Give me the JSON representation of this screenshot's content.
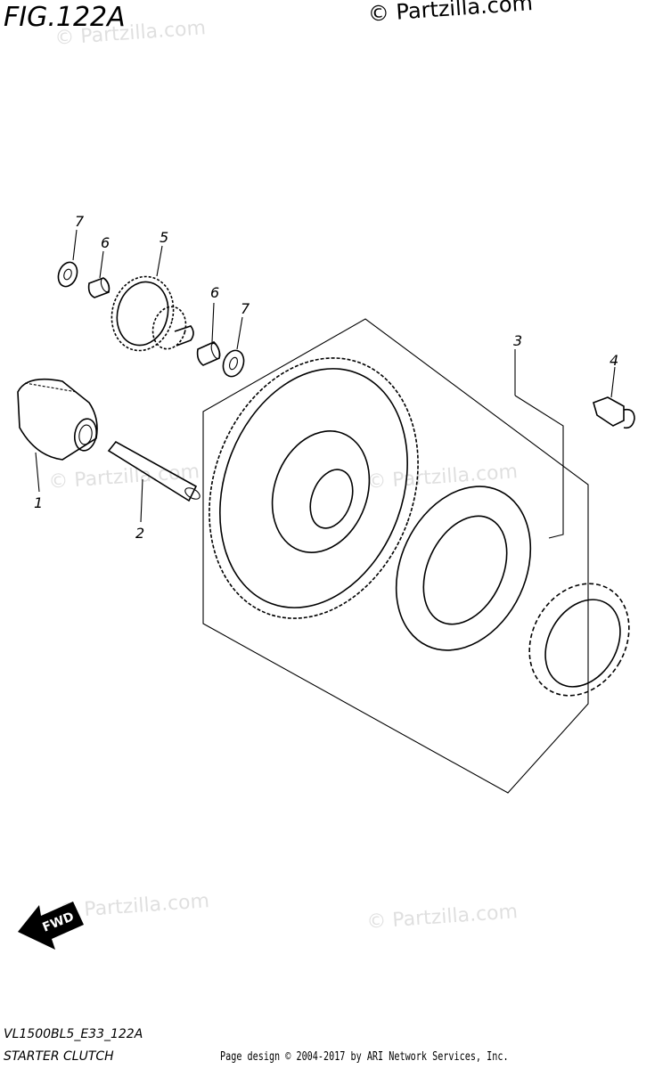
{
  "figure": {
    "title": "FIG.122A",
    "copyright_top": "© Partzilla.com",
    "watermark": "© Partzilla.com",
    "fwd_label": "FWD"
  },
  "callouts": [
    {
      "id": "callout-1",
      "label": "1"
    },
    {
      "id": "callout-2",
      "label": "2"
    },
    {
      "id": "callout-3",
      "label": "3"
    },
    {
      "id": "callout-4",
      "label": "4"
    },
    {
      "id": "callout-5",
      "label": "5"
    },
    {
      "id": "callout-6a",
      "label": "6"
    },
    {
      "id": "callout-6b",
      "label": "6"
    },
    {
      "id": "callout-7a",
      "label": "7"
    },
    {
      "id": "callout-7b",
      "label": "7"
    }
  ],
  "footer": {
    "diagram_code": "VL1500BL5_E33_122A",
    "section_title": "STARTER CLUTCH",
    "credit": "Page design © 2004-2017 by ARI Network Services, Inc."
  }
}
